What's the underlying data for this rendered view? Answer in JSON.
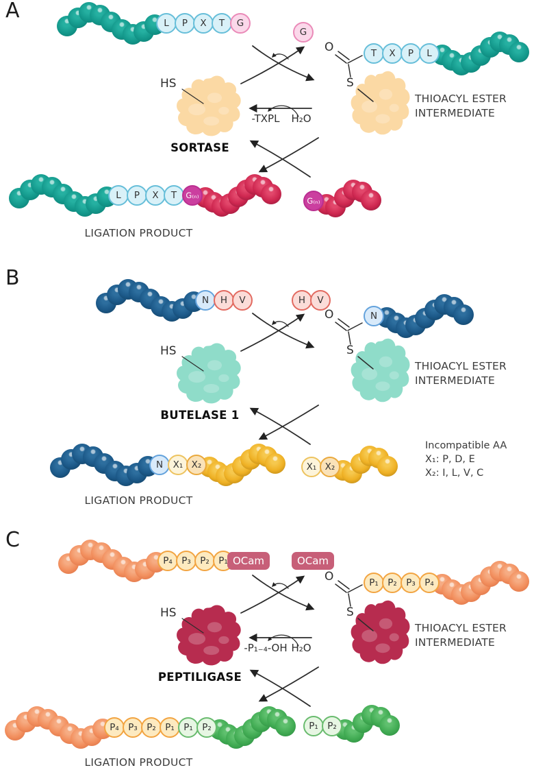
{
  "palette": {
    "beads": {
      "teal": {
        "hi": "#25b0a1",
        "main": "#14998c",
        "dark": "#0b7b71"
      },
      "crimson": {
        "hi": "#e2476b",
        "main": "#ce2750",
        "dark": "#8e1838"
      },
      "navy": {
        "hi": "#2d6e9e",
        "main": "#1c5989",
        "dark": "#113f60"
      },
      "gold": {
        "hi": "#f6c84e",
        "main": "#efb125",
        "dark": "#b07f14"
      },
      "orange": {
        "hi": "#f6ac83",
        "main": "#f28f5e",
        "dark": "#da6e41"
      },
      "green": {
        "hi": "#5fc06e",
        "main": "#41ab53",
        "dark": "#2b8b3f"
      }
    },
    "enzymes": {
      "sortase": "#fbd9a4",
      "butelase": "#8fdcc9",
      "peptiligase": "#b72c4f"
    },
    "badge_bg": "#c75f78",
    "arrow_color": "#2c2c2c"
  },
  "panels": [
    {
      "letter": "A",
      "enzyme_name": "SORTASE",
      "hs_label": "HS",
      "o_label": "O",
      "s_label": "S",
      "intermediate_label": [
        "THIOACYL ESTER",
        "INTERMEDIATE"
      ],
      "product_label": "LIGATION PRODUCT",
      "hydrolysis": {
        "leaving": "-TXPL",
        "water": "H₂O"
      },
      "substrate": {
        "items": [
          {
            "t": "beads",
            "n": 9,
            "color": "teal",
            "wave": "L"
          },
          {
            "t": "token",
            "text": "L",
            "style": "cyan"
          },
          {
            "t": "token",
            "text": "P",
            "style": "cyan"
          },
          {
            "t": "token",
            "text": "X",
            "style": "cyan"
          },
          {
            "t": "token",
            "text": "T",
            "style": "cyan"
          },
          {
            "t": "token",
            "text": "G",
            "style": "pinkO"
          }
        ]
      },
      "released": {
        "items": [
          {
            "t": "token",
            "text": "G",
            "style": "pinkO"
          }
        ]
      },
      "intermediate": {
        "items": [
          {
            "t": "token",
            "text": "T",
            "style": "cyan"
          },
          {
            "t": "token",
            "text": "X",
            "style": "cyan"
          },
          {
            "t": "token",
            "text": "P",
            "style": "cyan"
          },
          {
            "t": "token",
            "text": "L",
            "style": "cyan"
          },
          {
            "t": "beads",
            "n": 9,
            "color": "teal",
            "wave": "R"
          }
        ]
      },
      "product": {
        "items": [
          {
            "t": "beads",
            "n": 9,
            "color": "teal",
            "wave": "L"
          },
          {
            "t": "token",
            "text": "L",
            "style": "cyan"
          },
          {
            "t": "token",
            "text": "P",
            "style": "cyan"
          },
          {
            "t": "token",
            "text": "X",
            "style": "cyan"
          },
          {
            "t": "token",
            "text": "T",
            "style": "cyan"
          },
          {
            "t": "token",
            "text": "G₍ₙ₎",
            "style": "magenta"
          },
          {
            "t": "beads",
            "n": 9,
            "color": "crimson",
            "wave": "Rp"
          }
        ]
      },
      "fragment": {
        "items": [
          {
            "t": "token",
            "text": "G₍ₙ₎",
            "style": "magenta"
          },
          {
            "t": "beads",
            "n": 6,
            "color": "crimson",
            "wave": "F"
          }
        ]
      }
    },
    {
      "letter": "B",
      "enzyme_name": "BUTELASE 1",
      "hs_label": "HS",
      "o_label": "O",
      "s_label": "S",
      "intermediate_label": [
        "THIOACYL ESTER",
        "INTERMEDIATE"
      ],
      "product_label": "LIGATION PRODUCT",
      "note": [
        "Incompatible AA",
        "X₁: P, D, E",
        "X₂: I, L, V, C"
      ],
      "substrate": {
        "items": [
          {
            "t": "beads",
            "n": 9,
            "color": "navy",
            "wave": "L"
          },
          {
            "t": "token",
            "text": "N",
            "style": "blueO"
          },
          {
            "t": "token",
            "text": "H",
            "style": "redO"
          },
          {
            "t": "token",
            "text": "V",
            "style": "redO"
          }
        ]
      },
      "released": {
        "items": [
          {
            "t": "token",
            "text": "H",
            "style": "redO"
          },
          {
            "t": "token",
            "text": "V",
            "style": "redO"
          }
        ]
      },
      "intermediate": {
        "items": [
          {
            "t": "token",
            "text": "N",
            "style": "blueO"
          },
          {
            "t": "beads",
            "n": 9,
            "color": "navy",
            "wave": "R"
          }
        ]
      },
      "product": {
        "items": [
          {
            "t": "beads",
            "n": 9,
            "color": "navy",
            "wave": "L"
          },
          {
            "t": "token",
            "text": "N",
            "style": "blueO"
          },
          {
            "t": "token",
            "text": "X₁",
            "style": "cream"
          },
          {
            "t": "token",
            "text": "X₂",
            "style": "peach"
          },
          {
            "t": "beads",
            "n": 9,
            "color": "gold",
            "wave": "Rp"
          }
        ]
      },
      "fragment": {
        "items": [
          {
            "t": "token",
            "text": "X₁",
            "style": "cream"
          },
          {
            "t": "token",
            "text": "X₂",
            "style": "peach"
          },
          {
            "t": "beads",
            "n": 6,
            "color": "gold",
            "wave": "F"
          }
        ]
      }
    },
    {
      "letter": "C",
      "enzyme_name": "PEPTILIGASE",
      "hs_label": "HS",
      "o_label": "O",
      "s_label": "S",
      "intermediate_label": [
        "THIOACYL ESTER",
        "INTERMEDIATE"
      ],
      "product_label": "LIGATION PRODUCT",
      "hydrolysis": {
        "leaving": "-P₁₋₄-OH",
        "water": "H₂O"
      },
      "substrate": {
        "items": [
          {
            "t": "beads",
            "n": 9,
            "color": "orange",
            "wave": "L"
          },
          {
            "t": "token",
            "text": "P₄",
            "style": "orangeP"
          },
          {
            "t": "token",
            "text": "P₃",
            "style": "orangeP"
          },
          {
            "t": "token",
            "text": "P₂",
            "style": "orangeP"
          },
          {
            "t": "token",
            "text": "P₁",
            "style": "orangeP"
          },
          {
            "t": "badge",
            "text": "OCam"
          }
        ]
      },
      "released": {
        "items": [
          {
            "t": "badge",
            "text": "OCam"
          }
        ]
      },
      "intermediate": {
        "items": [
          {
            "t": "token",
            "text": "P₁",
            "style": "orangeP"
          },
          {
            "t": "token",
            "text": "P₂",
            "style": "orangeP"
          },
          {
            "t": "token",
            "text": "P₃",
            "style": "orangeP"
          },
          {
            "t": "token",
            "text": "P₄",
            "style": "orangeP"
          },
          {
            "t": "beads",
            "n": 9,
            "color": "orange",
            "wave": "R"
          }
        ]
      },
      "product": {
        "items": [
          {
            "t": "beads",
            "n": 9,
            "color": "orange",
            "wave": "L"
          },
          {
            "t": "token",
            "text": "P₄",
            "style": "orangeP"
          },
          {
            "t": "token",
            "text": "P₃",
            "style": "orangeP"
          },
          {
            "t": "token",
            "text": "P₂",
            "style": "orangeP"
          },
          {
            "t": "token",
            "text": "P₁",
            "style": "orangeP"
          },
          {
            "t": "token",
            "text": "P₁",
            "style": "greenP"
          },
          {
            "t": "token",
            "text": "P₂",
            "style": "greenP"
          },
          {
            "t": "beads",
            "n": 9,
            "color": "green",
            "wave": "Rp"
          }
        ]
      },
      "fragment": {
        "items": [
          {
            "t": "token",
            "text": "P₁",
            "style": "greenP"
          },
          {
            "t": "token",
            "text": "P₂",
            "style": "greenP"
          },
          {
            "t": "beads",
            "n": 6,
            "color": "green",
            "wave": "F"
          }
        ]
      }
    }
  ]
}
